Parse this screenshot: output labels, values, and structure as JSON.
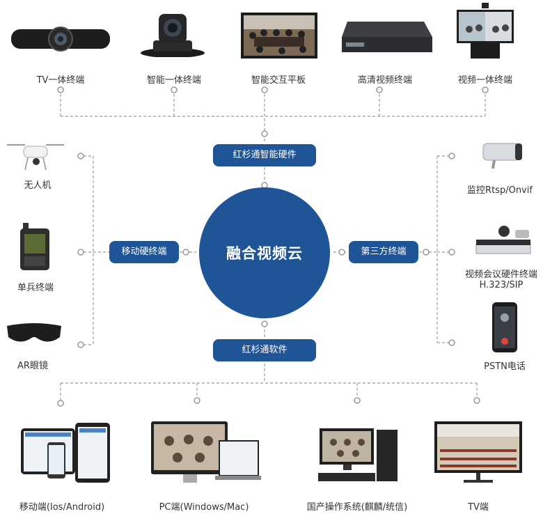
{
  "hub": {
    "label": "融合视频云"
  },
  "categories": {
    "hardware": "红杉通智能硬件",
    "mobile_hard": "移动硬终端",
    "third_party": "第三方终端",
    "software": "红杉通软件"
  },
  "top_devices": [
    {
      "label": "TV一体终端"
    },
    {
      "label": "智能一体终端"
    },
    {
      "label": "智能交互平板"
    },
    {
      "label": "高清视频终端"
    },
    {
      "label": "视频一体终端"
    }
  ],
  "left_devices": [
    {
      "label": "无人机"
    },
    {
      "label": "单兵终端"
    },
    {
      "label": "AR眼镜"
    }
  ],
  "right_devices": [
    {
      "label": "监控Rtsp/Onvif"
    },
    {
      "label_line1": "视频会议硬件终端",
      "label_line2": "H.323/SIP"
    },
    {
      "label": "PSTN电话"
    }
  ],
  "bottom_devices": [
    {
      "label": "移动端(Ios/Android)"
    },
    {
      "label": "PC端(Windows/Mac)"
    },
    {
      "label": "国产操作系统(麒麟/统信)"
    },
    {
      "label": "TV端"
    }
  ],
  "colors": {
    "accent": "#1f5597",
    "connector": "#9a9a9a"
  }
}
